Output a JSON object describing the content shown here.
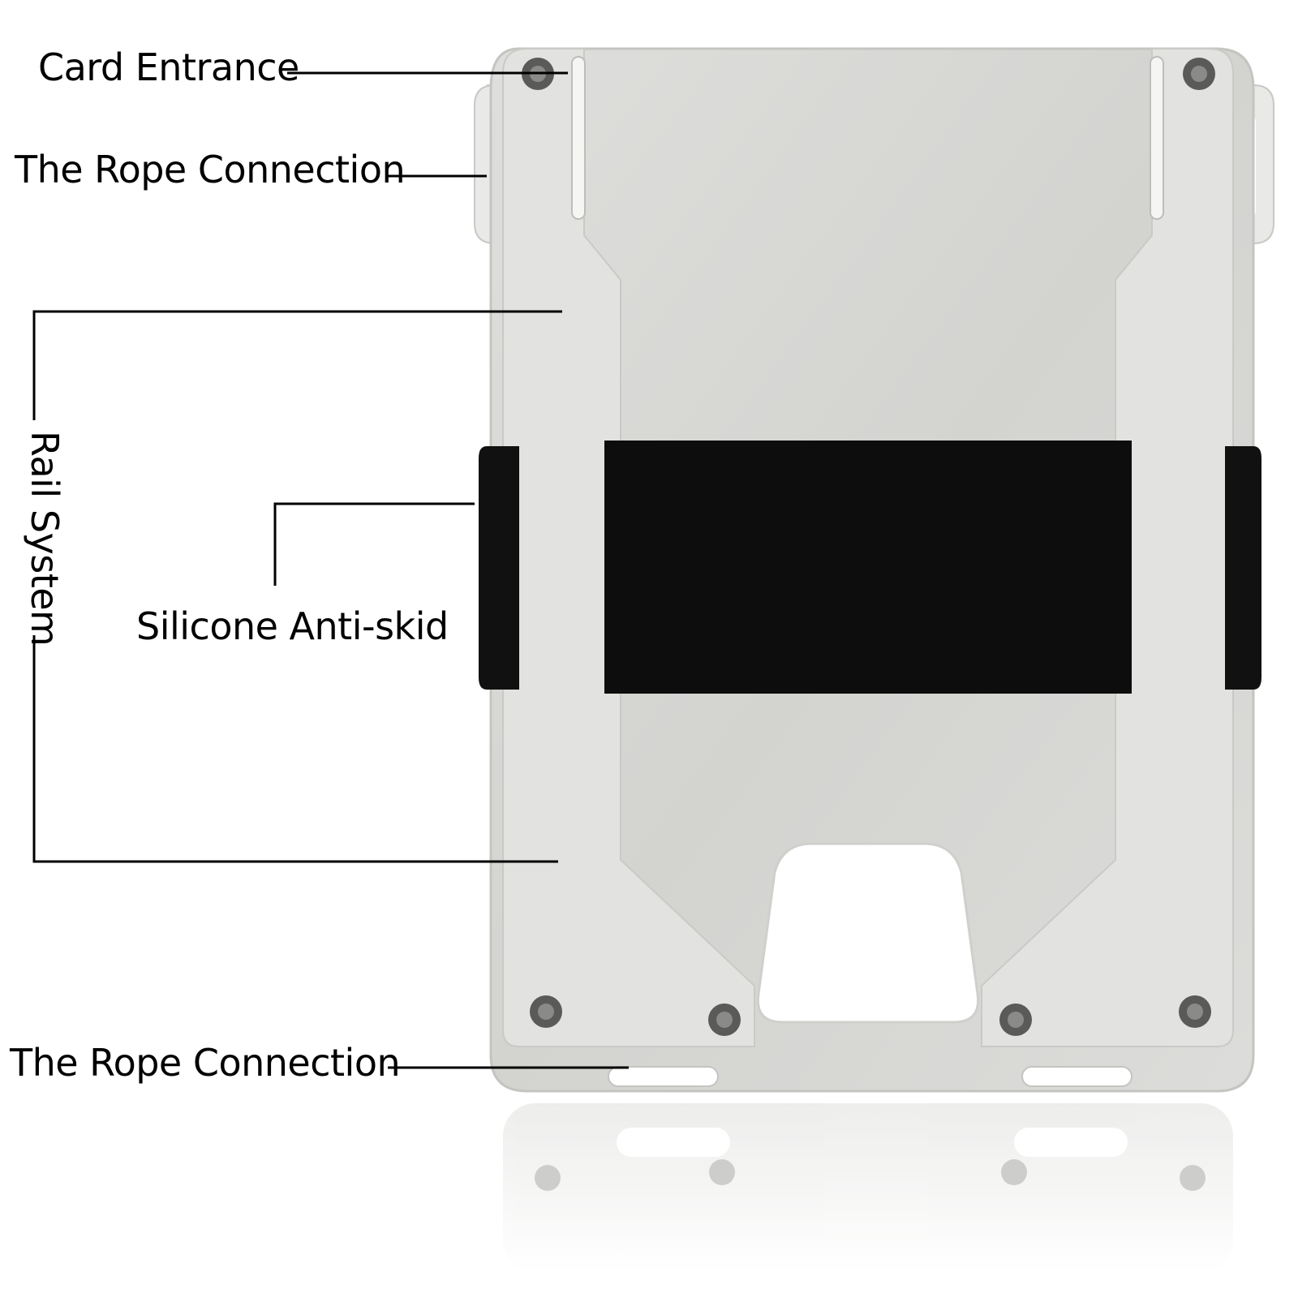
{
  "labels": {
    "card_entrance": "Card Entrance",
    "rope_connection_top": "The Rope Connection",
    "rail_system": "Rail System",
    "silicone_anti_skid": "Silicone Anti-skid",
    "rope_connection_bottom": "The Rope Connection"
  },
  "colors": {
    "background": "#ffffff",
    "wallet_metal": "#d9d9d6",
    "wallet_edge": "#efefed",
    "band": "#0d0d0d",
    "label_text": "#000000"
  }
}
